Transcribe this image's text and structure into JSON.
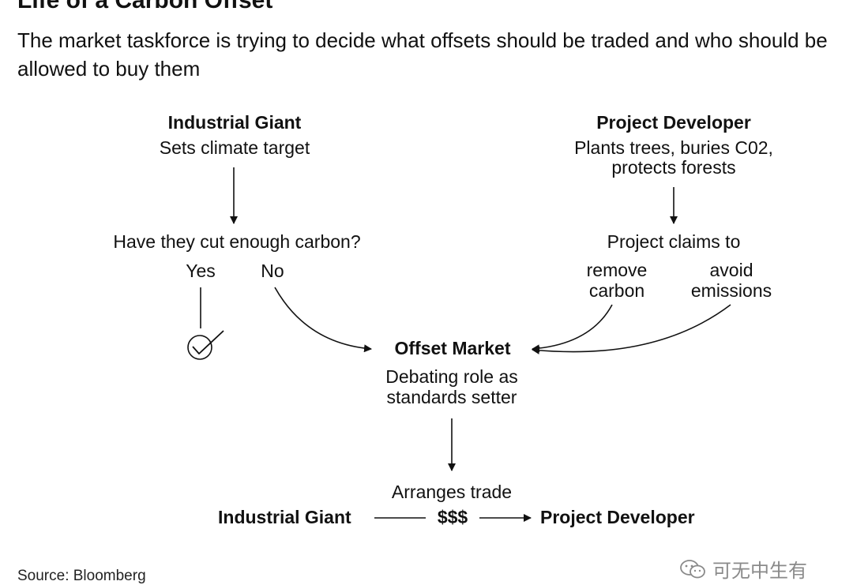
{
  "title": "Life of a Carbon Offset",
  "subtitle": "The market taskforce is trying to decide what offsets should be traded and who should be allowed to buy them",
  "industrial_giant": {
    "name": "Industrial Giant",
    "desc": "Sets climate target"
  },
  "question": {
    "text": "Have they cut enough carbon?",
    "yes": "Yes",
    "no": "No"
  },
  "project_developer": {
    "name": "Project Developer",
    "desc_line1": "Plants trees, buries C02,",
    "desc_line2": "protects forests"
  },
  "project_claims": {
    "text": "Project claims to",
    "option_a_line1": "remove",
    "option_a_line2": "carbon",
    "option_b_line1": "avoid",
    "option_b_line2": "emissions"
  },
  "offset_market": {
    "name": "Offset Market",
    "desc_line1": "Debating role as",
    "desc_line2": "standards setter"
  },
  "trade": {
    "label": "Arranges trade",
    "buyer": "Industrial Giant",
    "money": "$$$",
    "seller": "Project Developer"
  },
  "source": "Source: Bloomberg",
  "watermark": {
    "text": "可无中生有",
    "icon": "wechat-icon"
  }
}
